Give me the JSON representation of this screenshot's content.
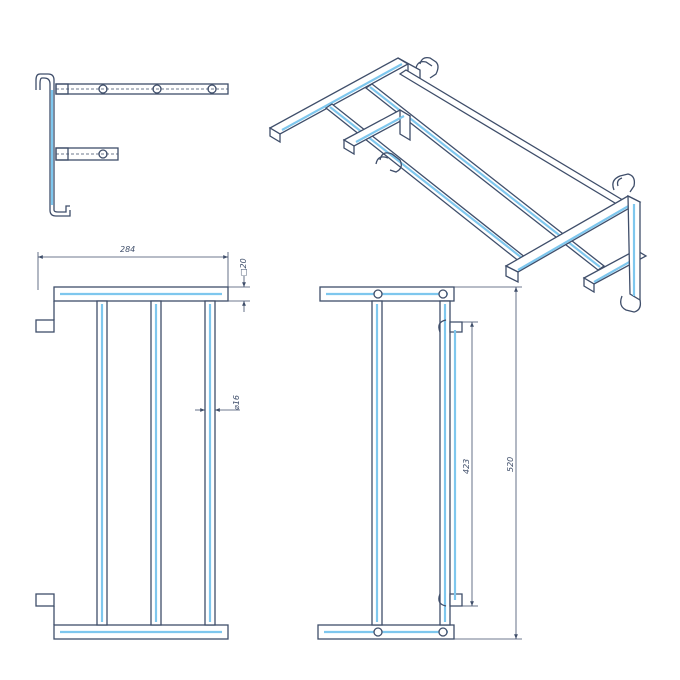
{
  "dimensions": {
    "width": "284",
    "tube_section": "□20",
    "rod_diameter": "⌀16",
    "hook_spacing": "423",
    "depth": "520"
  },
  "colors": {
    "outline": "#3f4e6a",
    "highlight": "#7ec7ee",
    "background": "#ffffff"
  }
}
